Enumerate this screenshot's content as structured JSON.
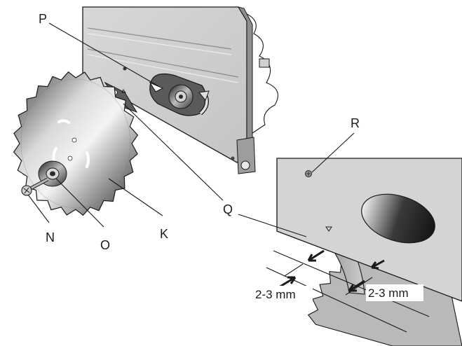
{
  "labels": {
    "P": "P",
    "R": "R",
    "Q": "Q",
    "N": "N",
    "O": "O",
    "K": "K"
  },
  "dimensions": {
    "gap_left": "2-3 mm",
    "gap_right": "2-3 mm"
  },
  "colors": {
    "metal_light": "#e6e6e6",
    "metal_mid": "#bdbdbd",
    "metal_dark": "#5a5a5a",
    "line": "#1a1a1a"
  }
}
